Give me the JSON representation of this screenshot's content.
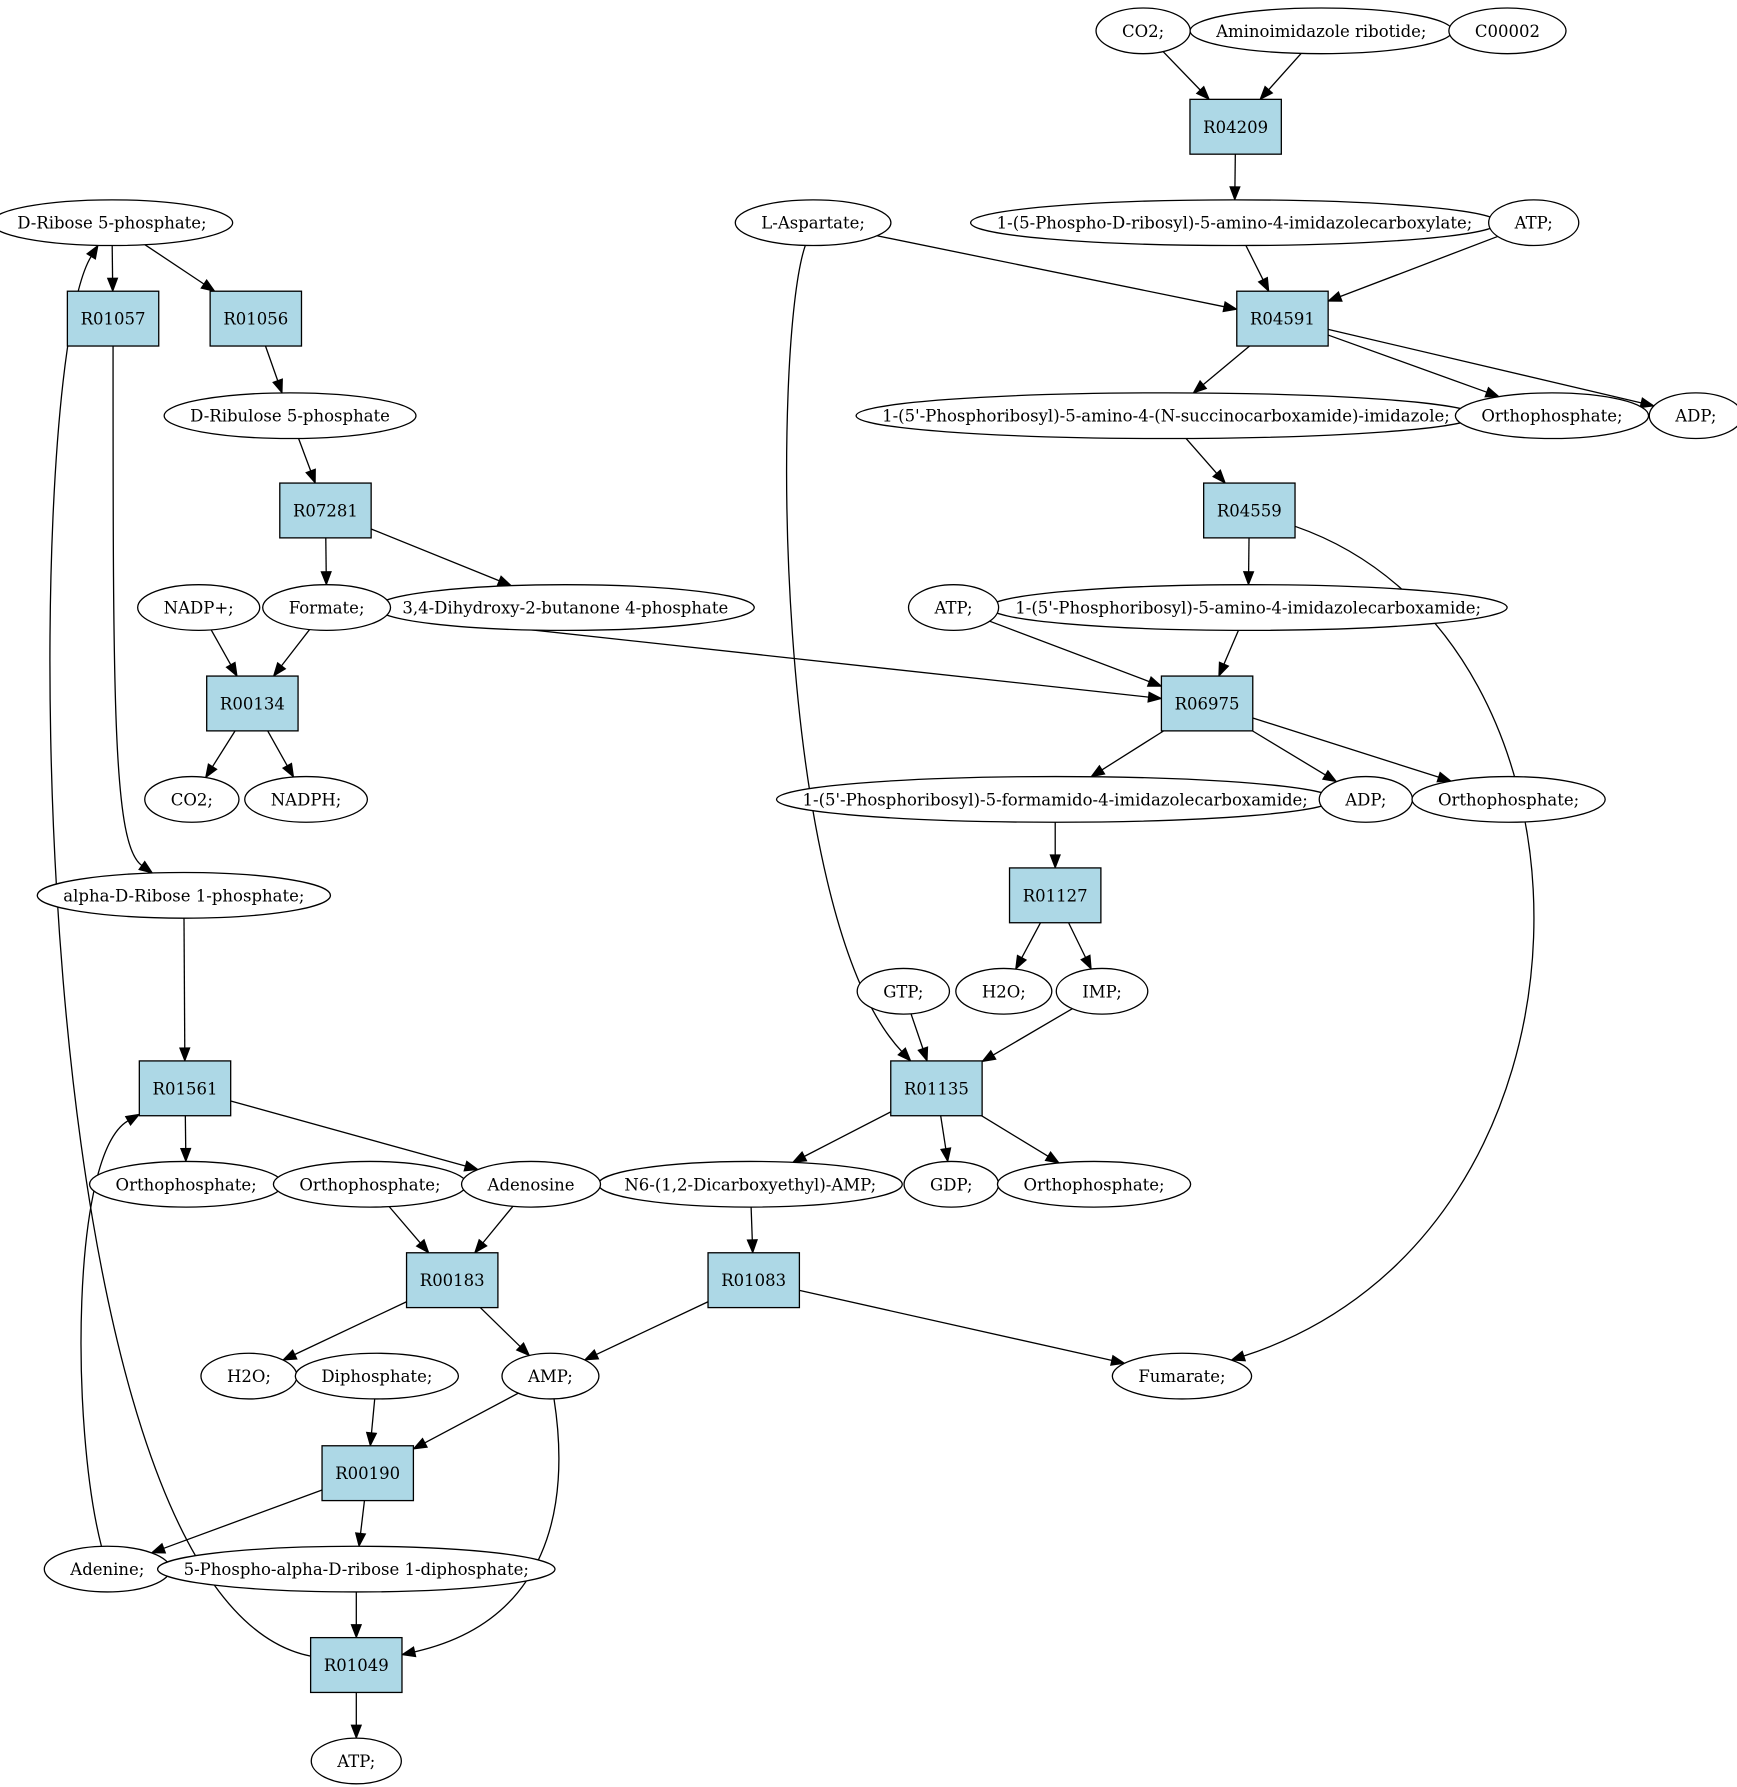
{
  "colors": {
    "reaction_fill": "#add8e6",
    "compound_fill": "#ffffff",
    "start_fill": "#00ee00",
    "highlight_fill": "#ffff00",
    "stroke": "#000000"
  },
  "reactions": [
    {
      "id": "r04209",
      "label": "R04209"
    },
    {
      "id": "r04591",
      "label": "R04591"
    },
    {
      "id": "r04559",
      "label": "R04559"
    },
    {
      "id": "r06975",
      "label": "R06975"
    },
    {
      "id": "r01127",
      "label": "R01127"
    },
    {
      "id": "r01135",
      "label": "R01135"
    },
    {
      "id": "r01083",
      "label": "R01083"
    },
    {
      "id": "r01057",
      "label": "R01057"
    },
    {
      "id": "r01056",
      "label": "R01056"
    },
    {
      "id": "r07281",
      "label": "R07281"
    },
    {
      "id": "r00134",
      "label": "R00134"
    },
    {
      "id": "r01561",
      "label": "R01561"
    },
    {
      "id": "r00183",
      "label": "R00183"
    },
    {
      "id": "r00190",
      "label": "R00190"
    },
    {
      "id": "r01049",
      "label": "R01049"
    }
  ],
  "compounds": [
    {
      "id": "co2_top",
      "label": "CO2;"
    },
    {
      "id": "air",
      "label": "Aminoimidazole ribotide;"
    },
    {
      "id": "c00002",
      "label": "C00002",
      "style": "highlight"
    },
    {
      "id": "prcarboxylate",
      "label": "1-(5-Phospho-D-ribosyl)-5-amino-4-imidazolecarboxylate;"
    },
    {
      "id": "aspartate",
      "label": "L-Aspartate;"
    },
    {
      "id": "atp_1",
      "label": "ATP;"
    },
    {
      "id": "saicar",
      "label": "1-(5'-Phosphoribosyl)-5-amino-4-(N-succinocarboxamide)-imidazole;"
    },
    {
      "id": "pi_1",
      "label": "Orthophosphate;"
    },
    {
      "id": "adp_1",
      "label": "ADP;"
    },
    {
      "id": "aicar",
      "label": "1-(5'-Phosphoribosyl)-5-amino-4-imidazolecarboxamide;"
    },
    {
      "id": "atp_2",
      "label": "ATP;"
    },
    {
      "id": "faicar",
      "label": "1-(5'-Phosphoribosyl)-5-formamido-4-imidazolecarboxamide;"
    },
    {
      "id": "adp_2",
      "label": "ADP;"
    },
    {
      "id": "pi_2",
      "label": "Orthophosphate;"
    },
    {
      "id": "gtp",
      "label": "GTP;"
    },
    {
      "id": "h2o_1",
      "label": "H2O;"
    },
    {
      "id": "imp",
      "label": "IMP;"
    },
    {
      "id": "adenylosucc",
      "label": "N6-(1,2-Dicarboxyethyl)-AMP;"
    },
    {
      "id": "gdp",
      "label": "GDP;"
    },
    {
      "id": "pi_3",
      "label": "Orthophosphate;"
    },
    {
      "id": "fumarate",
      "label": "Fumarate;"
    },
    {
      "id": "r5p",
      "label": "D-Ribose 5-phosphate;",
      "style": "start"
    },
    {
      "id": "ru5p",
      "label": "D-Ribulose 5-phosphate"
    },
    {
      "id": "dhbp",
      "label": "3,4-Dihydroxy-2-butanone 4-phosphate"
    },
    {
      "id": "nadp",
      "label": "NADP+;"
    },
    {
      "id": "formate",
      "label": "Formate;"
    },
    {
      "id": "co2_low",
      "label": "CO2;"
    },
    {
      "id": "nadph",
      "label": "NADPH;"
    },
    {
      "id": "r1p",
      "label": "alpha-D-Ribose 1-phosphate;"
    },
    {
      "id": "pi_4",
      "label": "Orthophosphate;"
    },
    {
      "id": "pi_5",
      "label": "Orthophosphate;"
    },
    {
      "id": "adenosine",
      "label": "Adenosine"
    },
    {
      "id": "h2o_2",
      "label": "H2O;"
    },
    {
      "id": "ppi",
      "label": "Diphosphate;"
    },
    {
      "id": "amp",
      "label": "AMP;"
    },
    {
      "id": "adenine",
      "label": "Adenine;"
    },
    {
      "id": "prpp",
      "label": "5-Phospho-alpha-D-ribose 1-diphosphate;"
    },
    {
      "id": "atp_3",
      "label": "ATP;"
    }
  ],
  "edges": [
    [
      "co2_top",
      "r04209"
    ],
    [
      "air",
      "r04209"
    ],
    [
      "r04209",
      "prcarboxylate"
    ],
    [
      "prcarboxylate",
      "r04591"
    ],
    [
      "aspartate",
      "r04591"
    ],
    [
      "atp_1",
      "r04591"
    ],
    [
      "r04591",
      "saicar"
    ],
    [
      "r04591",
      "pi_1"
    ],
    [
      "r04591",
      "adp_1"
    ],
    [
      "saicar",
      "r04559"
    ],
    [
      "r04559",
      "aicar"
    ],
    [
      "r04559",
      "fumarate"
    ],
    [
      "aicar",
      "r06975"
    ],
    [
      "atp_2",
      "r06975"
    ],
    [
      "formate",
      "r06975"
    ],
    [
      "r06975",
      "faicar"
    ],
    [
      "r06975",
      "adp_2"
    ],
    [
      "r06975",
      "pi_2"
    ],
    [
      "faicar",
      "r01127"
    ],
    [
      "r01127",
      "h2o_1"
    ],
    [
      "r01127",
      "imp"
    ],
    [
      "gtp",
      "r01135"
    ],
    [
      "imp",
      "r01135"
    ],
    [
      "aspartate",
      "r01135"
    ],
    [
      "r01135",
      "adenylosucc"
    ],
    [
      "r01135",
      "gdp"
    ],
    [
      "r01135",
      "pi_3"
    ],
    [
      "adenylosucc",
      "r01083"
    ],
    [
      "r01083",
      "amp"
    ],
    [
      "r01083",
      "fumarate"
    ],
    [
      "r5p",
      "r01057"
    ],
    [
      "r5p",
      "r01056"
    ],
    [
      "r01056",
      "ru5p"
    ],
    [
      "ru5p",
      "r07281"
    ],
    [
      "r07281",
      "formate"
    ],
    [
      "r07281",
      "dhbp"
    ],
    [
      "nadp",
      "r00134"
    ],
    [
      "formate",
      "r00134"
    ],
    [
      "r00134",
      "co2_low"
    ],
    [
      "r00134",
      "nadph"
    ],
    [
      "r01057",
      "r1p"
    ],
    [
      "r1p",
      "r01561"
    ],
    [
      "adenine",
      "r01561"
    ],
    [
      "r01561",
      "pi_4"
    ],
    [
      "r01561",
      "adenosine"
    ],
    [
      "pi_5",
      "r00183"
    ],
    [
      "adenosine",
      "r00183"
    ],
    [
      "r00183",
      "h2o_2"
    ],
    [
      "r00183",
      "amp"
    ],
    [
      "ppi",
      "r00190"
    ],
    [
      "amp",
      "r00190"
    ],
    [
      "r00190",
      "adenine"
    ],
    [
      "r00190",
      "prpp"
    ],
    [
      "prpp",
      "r01049"
    ],
    [
      "amp",
      "r01049"
    ],
    [
      "r01049",
      "atp_3"
    ],
    [
      "r01049",
      "r5p"
    ]
  ]
}
